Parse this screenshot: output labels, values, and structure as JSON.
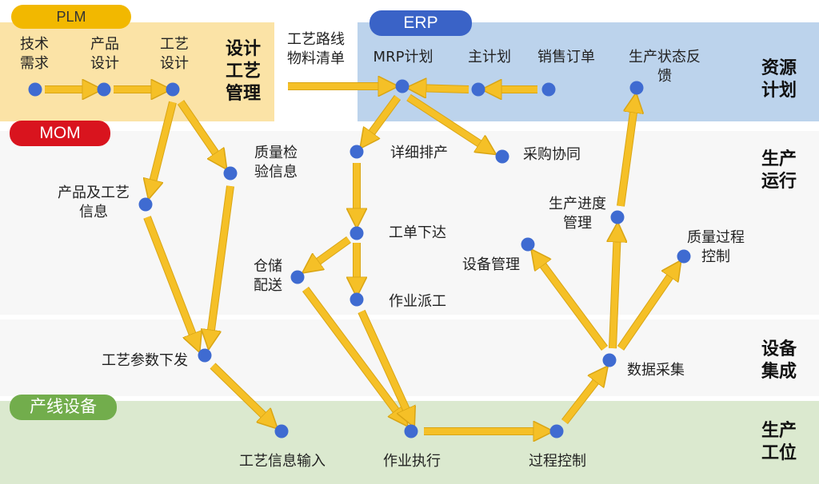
{
  "systems": {
    "plm": "PLM",
    "erp": "ERP",
    "mom": "MOM",
    "line": "产线设备"
  },
  "layers": {
    "design": "设计\n工艺\n管理",
    "resource": "资源\n计划",
    "operation": "生产\n运行",
    "equipment": "设备\n集成",
    "station": "生产\n工位"
  },
  "labels": {
    "tech_requirement": "技术\n需求",
    "product_design": "产品\n设计",
    "process_design": "工艺\n设计",
    "route_bom": "工艺路线\n物料清单",
    "mrp": "MRP计划",
    "master_plan": "主计划",
    "sales_order": "销售订单",
    "status_feedback": "生产状态反\n馈",
    "product_process_info": "产品及工艺\n信息",
    "quality_inspection": "质量检\n验信息",
    "detailed_scheduling": "详细排产",
    "purchase": "采购协同",
    "work_order": "工单下达",
    "warehouse": "仓储\n配送",
    "dispatch": "作业派工",
    "progress": "生产进度\n管理",
    "equipment_mgmt": "设备管理",
    "quality_control": "质量过程\n控制",
    "param_download": "工艺参数下发",
    "data_collection": "数据采集",
    "process_input": "工艺信息输入",
    "execution": "作业执行",
    "process_control": "过程控制"
  },
  "colors": {
    "node": "#3f6bd1",
    "arrow": "#f5c027",
    "arrow_edge": "#d9a514"
  }
}
